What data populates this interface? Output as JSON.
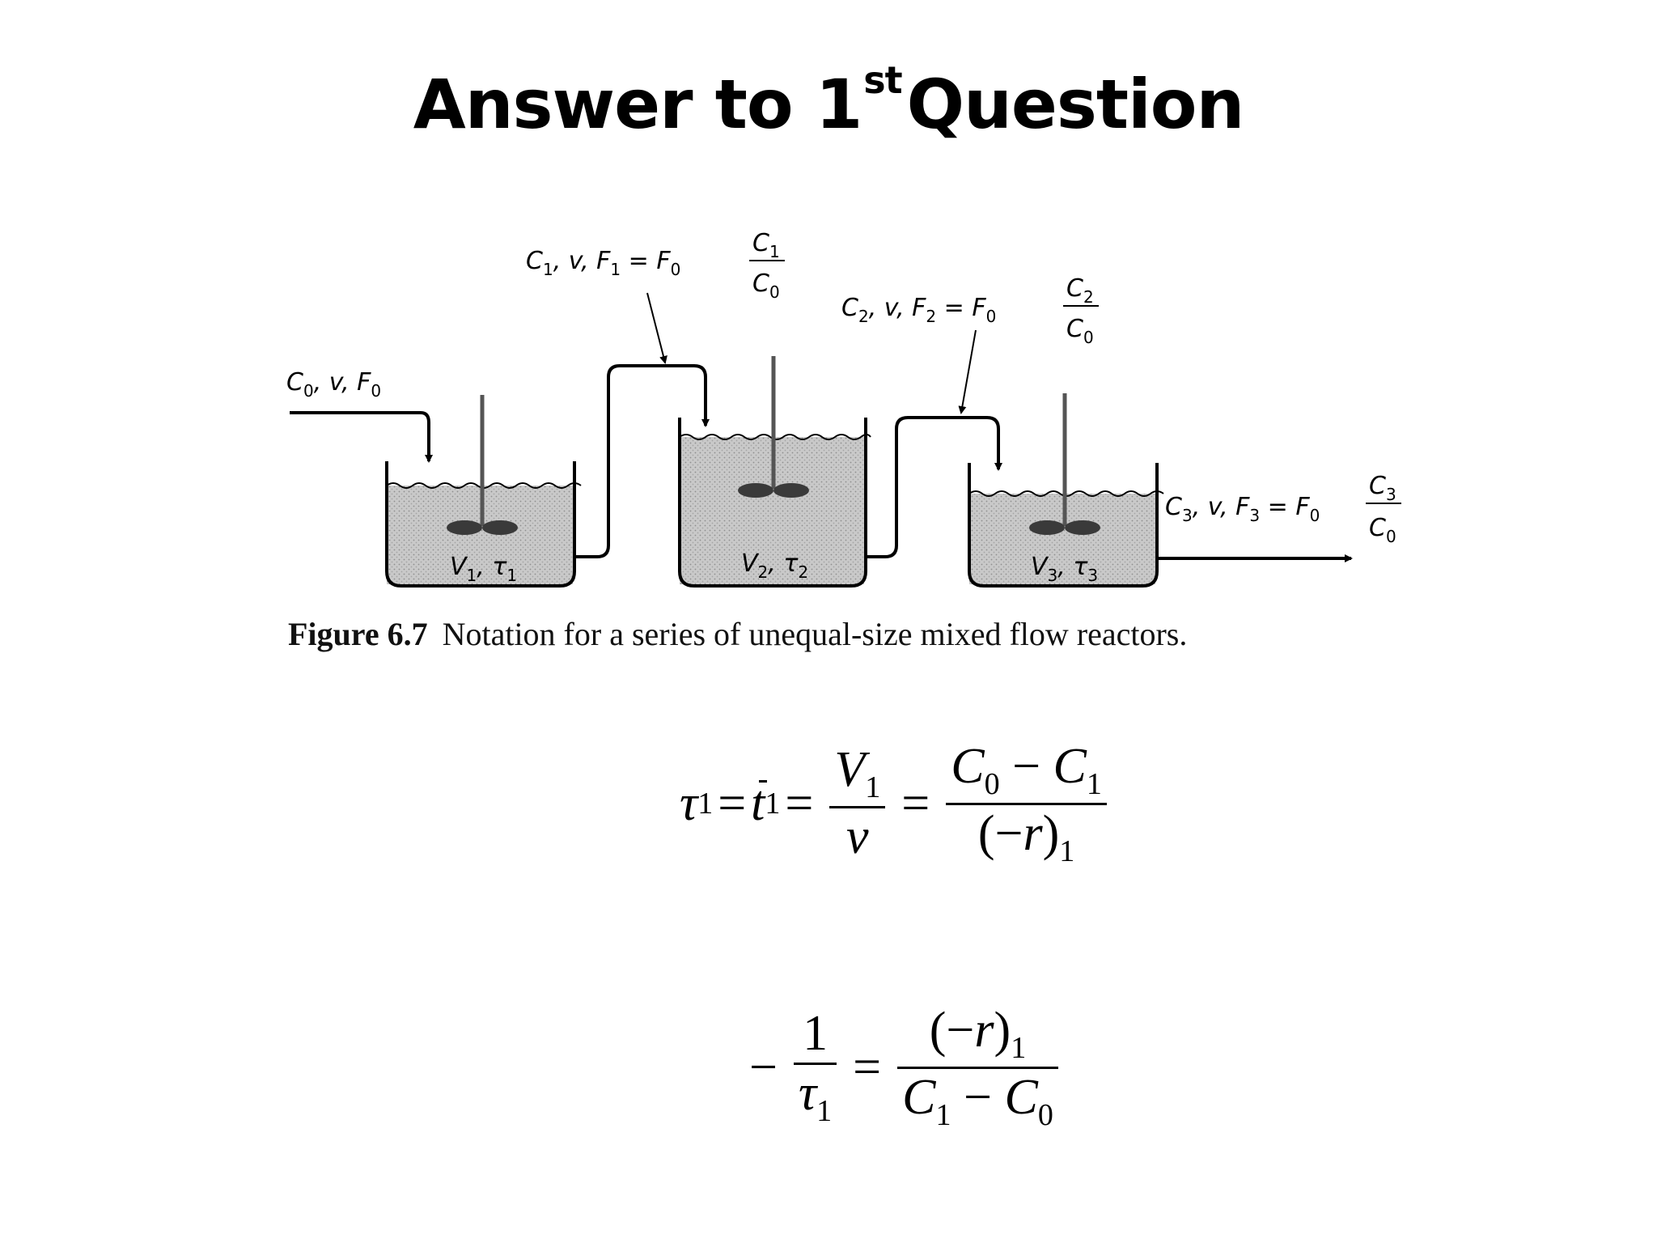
{
  "slide": {
    "title": {
      "main": "Answer to 1",
      "superscript": "st",
      "tail": "Question"
    }
  },
  "figure": {
    "inlet_label": "C0, v, F0",
    "stream1_label": "C1, v, F1 = F0 C1/C0",
    "stream2_label": "C2, v, F2 = F0 C2/C0",
    "outlet_label": "C3, v, F3 = F0 C3/C0",
    "reactors": [
      {
        "label": "V1, τ1"
      },
      {
        "label": "V2, τ2"
      },
      {
        "label": "V3, τ3"
      }
    ],
    "caption_label": "Figure 6.7",
    "caption_text": "Notation for a series of unequal-size mixed flow reactors."
  },
  "equations": [
    "τ1 = t̄1 = V1/v = (C0 − C1)/(−r)1",
    "− 1/τ1 = (−r)1/(C1 − C0)"
  ],
  "colors": {
    "liquid": "#c9c9c9",
    "ink": "#000000"
  }
}
